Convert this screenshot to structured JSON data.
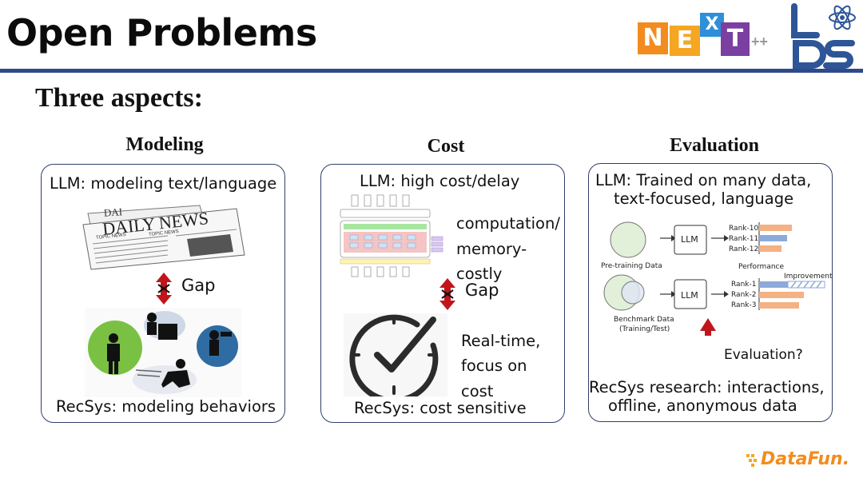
{
  "slide": {
    "title": "Open Problems",
    "subtitle": "Three aspects:"
  },
  "logos": {
    "next_letters": [
      "N",
      "E",
      "X",
      "T"
    ],
    "next_suffix": "++",
    "datafun": "DataFun."
  },
  "columns": {
    "modeling": {
      "heading": "Modeling",
      "top": "LLM: modeling text/language",
      "gap": "Gap",
      "bottom": "RecSys: modeling behaviors",
      "newspaper_title": "DAILY NEWS",
      "newspaper_title_partial": "DAI",
      "newspaper_tag1": "TOPIC NEWS",
      "newspaper_tag2": "TOPIC NEWS"
    },
    "cost": {
      "heading": "Cost",
      "top": "LLM: high cost/delay",
      "side1_l1": "computation/",
      "side1_l2": "memory-",
      "side1_l3": "costly",
      "gap": "Gap",
      "side2_l1": "Real-time,",
      "side2_l2": "focus on",
      "side2_l3": "cost",
      "bottom": "RecSys: cost sensitive"
    },
    "evaluation": {
      "heading": "Evaluation",
      "top_l1": "LLM: Trained on many data,",
      "top_l2": "text-focused, language",
      "pretrain_label": "Pre-training Data",
      "bench_l1": "Benchmark Data",
      "bench_l2": "(Training/Test)",
      "llm1": "LLM",
      "llm2": "LLM",
      "performance": "Performance",
      "improvement": "Improvement",
      "ranks_top": [
        "Rank-10",
        "Rank-11",
        "Rank-12"
      ],
      "ranks_bottom": [
        "Rank-1",
        "Rank-2",
        "Rank-3"
      ],
      "eval_q": "Evaluation?",
      "bottom_l1": "RecSys research: interactions,",
      "bottom_l2": "offline, anonymous data"
    }
  },
  "colors": {
    "rule": "#2f4a8a",
    "card_border": "#2f3f6a",
    "gap_arrow": "#c0161b",
    "bar_blue": "#8eaadb",
    "bar_orange": "#f4b183",
    "circle_green": "#e2efd9",
    "next_orange": "#f28c1e",
    "next_purple": "#7a3fa0",
    "lds_blue": "#2e5597"
  }
}
